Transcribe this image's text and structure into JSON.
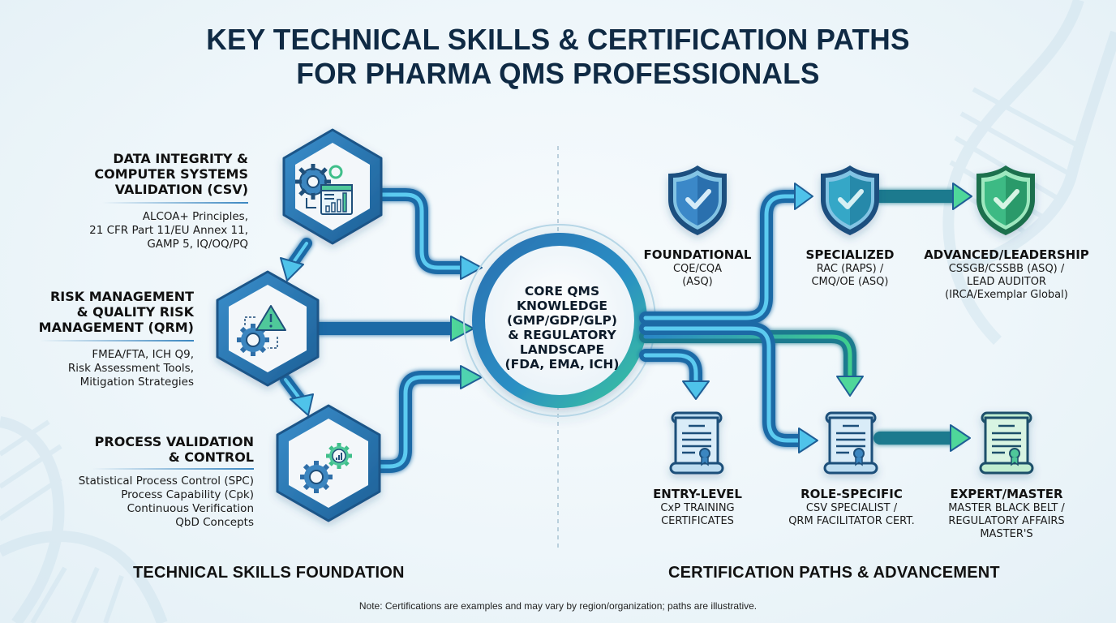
{
  "title": {
    "line1": "KEY TECHNICAL SKILLS & CERTIFICATION PATHS",
    "line2": "FOR PHARMA QMS PROFESSIONALS"
  },
  "colors": {
    "title": "#0f2a44",
    "arrow_blue": "#2a7fc0",
    "arrow_cyan": "#4fc3ea",
    "arrow_green": "#3fcf8e",
    "hex_frame": "#2e74ad",
    "shield_blue": "#2f77b8",
    "shield_teal": "#2a9bb8",
    "shield_green": "#2fa872",
    "background": "#eef6fa"
  },
  "skills": [
    {
      "icon": "gear-dashboard-chart-icon",
      "heading": [
        "DATA INTEGRITY &",
        "COMPUTER SYSTEMS",
        "VALIDATION (CSV)"
      ],
      "details": [
        "ALCOA+ Principles,",
        "21 CFR Part 11/EU Annex 11,",
        "GAMP 5, IQ/OQ/PQ"
      ]
    },
    {
      "icon": "gear-warning-icon",
      "heading": [
        "RISK MANAGEMENT",
        "& QUALITY RISK",
        "MANAGEMENT (QRM)"
      ],
      "details": [
        "FMEA/FTA, ICH Q9,",
        "Risk Assessment Tools,",
        "Mitigation Strategies"
      ]
    },
    {
      "icon": "dual-gears-chart-icon",
      "heading": [
        "PROCESS VALIDATION",
        "& CONTROL"
      ],
      "details": [
        "Statistical Process Control (SPC)",
        "Process Capability (Cpk)",
        "Continuous Verification",
        "QbD Concepts"
      ]
    }
  ],
  "core": {
    "lines": [
      "CORE QMS",
      "KNOWLEDGE",
      "(GMP/GDP/GLP)",
      "& REGULATORY",
      "LANDSCAPE",
      "(FDA, EMA, ICH)"
    ]
  },
  "certifications": {
    "top": [
      {
        "icon": "shield-check-icon",
        "level": "FOUNDATIONAL",
        "details": [
          "CQE/CQA",
          "(ASQ)"
        ]
      },
      {
        "icon": "shield-check-icon",
        "level": "SPECIALIZED",
        "details": [
          "RAC (RAPS) /",
          "CMQ/OE (ASQ)"
        ]
      },
      {
        "icon": "shield-check-icon",
        "level": "ADVANCED/LEADERSHIP",
        "details": [
          "CSSGB/CSSBB (ASQ) /",
          "LEAD AUDITOR",
          "(IRCA/Exemplar Global)"
        ]
      }
    ],
    "bottom": [
      {
        "icon": "certificate-scroll-icon",
        "level": "ENTRY-LEVEL",
        "details": [
          "CxP TRAINING",
          "CERTIFICATES"
        ]
      },
      {
        "icon": "certificate-scroll-icon",
        "level": "ROLE-SPECIFIC",
        "details": [
          "CSV SPECIALIST /",
          "QRM FACILITATOR CERT."
        ]
      },
      {
        "icon": "certificate-scroll-icon",
        "level": "EXPERT/MASTER",
        "details": [
          "MASTER BLACK BELT /",
          "REGULATORY AFFAIRS",
          "MASTER'S"
        ]
      }
    ]
  },
  "sections": {
    "left": "TECHNICAL SKILLS FOUNDATION",
    "right": "CERTIFICATION PATHS & ADVANCEMENT"
  },
  "note": "Note: Certifications are examples and may vary by region/organization; paths are illustrative."
}
